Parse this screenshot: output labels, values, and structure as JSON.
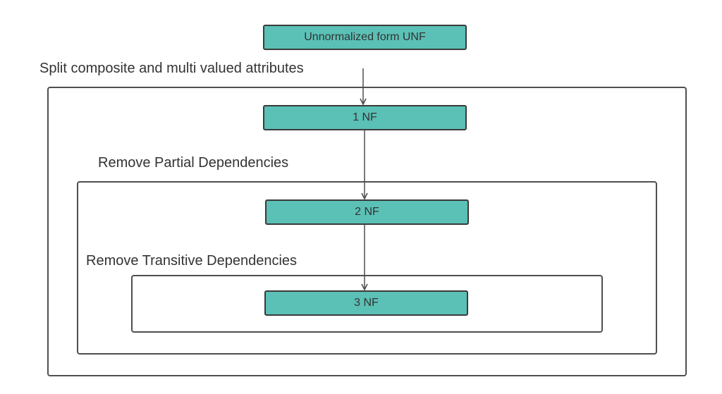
{
  "colors": {
    "node_fill": "#5bc0b6",
    "node_border": "#3a3a3a",
    "frame_border": "#4f4f4f",
    "arrow": "#4f4f4f",
    "text": "#333333"
  },
  "nodes": {
    "unf": "Unnormalized form UNF",
    "nf1": "1 NF",
    "nf2": "2 NF",
    "nf3": "3 NF"
  },
  "steps": {
    "split": "Split composite and multi valued attributes",
    "partial": "Remove Partial Dependencies",
    "transitive": "Remove Transitive Dependencies"
  }
}
